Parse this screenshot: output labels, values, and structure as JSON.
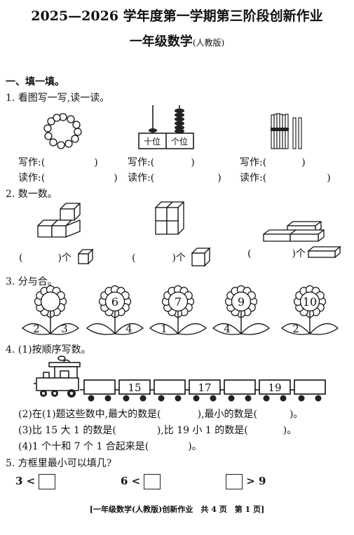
{
  "header": {
    "title": "2025—2026 学年度第一学期第三阶段创新作业",
    "subject": "一年级数学",
    "edition": "(人教版)"
  },
  "section1": {
    "heading": "一、填一填。",
    "q1": {
      "label": "1. 看图写一写,读一读。",
      "abacus_tens": "十位",
      "abacus_ones": "个位",
      "write_label": "写作:(",
      "read_label": "读作:(",
      "close": ")"
    },
    "q2": {
      "label": "2. 数一数。",
      "open": "(",
      "close_unit": ")个"
    },
    "q3": {
      "label": "3. 分与合。",
      "flowers": [
        {
          "top": "",
          "left": "2",
          "right": "3"
        },
        {
          "top": "6",
          "left": "",
          "right": "4"
        },
        {
          "top": "7",
          "left": "1",
          "right": ""
        },
        {
          "top": "9",
          "left": "4",
          "right": ""
        },
        {
          "top": "10",
          "left": "2",
          "right": ""
        }
      ]
    },
    "q4": {
      "label": "4. (1)按顺序写数。",
      "cars": [
        "",
        "15",
        "",
        "17",
        "",
        "19",
        ""
      ],
      "p2": "(2)在(1)题这些数中,最大的数是(",
      "p2b": "),最小的数是(",
      "p2c": ")。",
      "p3": "(3)比 15 大 1 的数是(",
      "p3b": "),比 19 小 1 的数是(",
      "p3c": ")。",
      "p4": "(4)1 个十和 7 个 1 合起来是(",
      "p4b": ")。"
    },
    "q5": {
      "label": "5. 方框里最小可以填几?",
      "c1": "3 <",
      "c2": "6 <",
      "c3": "> 9"
    }
  },
  "footer": "[一年级数学(人教版)创新作业　共 4 页　第 1 页]"
}
